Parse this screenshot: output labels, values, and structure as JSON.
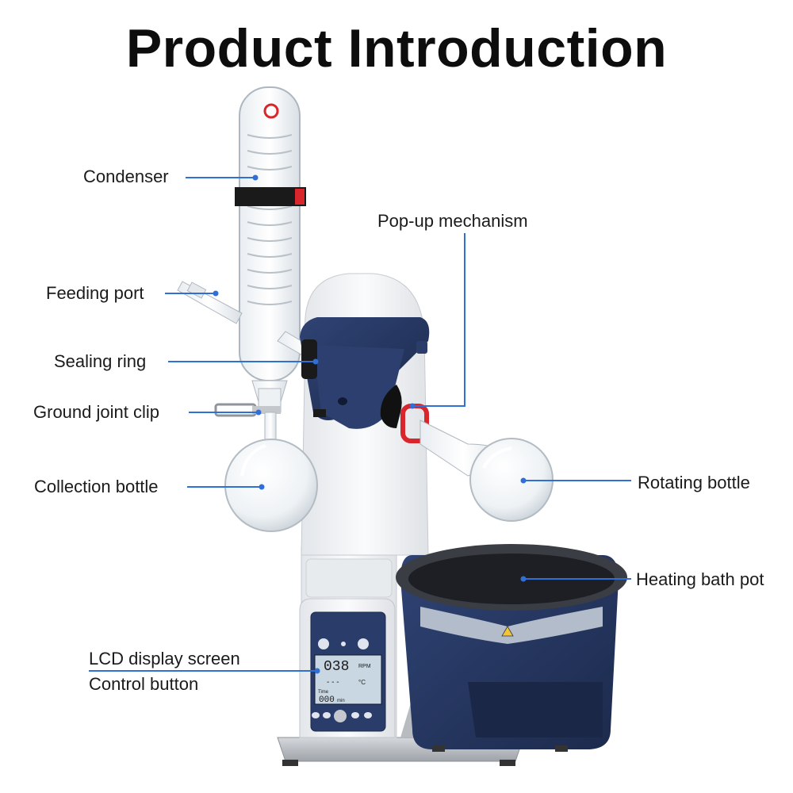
{
  "title": "Product Introduction",
  "labels": {
    "condenser": "Condenser",
    "pop_up_mechanism": "Pop-up mechanism",
    "feeding_port": "Feeding port",
    "sealing_ring": "Sealing ring",
    "ground_joint_clip": "Ground joint clip",
    "collection_bottle": "Collection bottle",
    "rotating_bottle": "Rotating bottle",
    "heating_bath_pot": "Heating bath pot",
    "lcd_display_screen": "LCD display screen",
    "control_button": "Control button"
  },
  "lcd": {
    "rpm_value": "038",
    "rpm_unit": "RPM",
    "temp_value": "- - -",
    "temp_unit": "°C",
    "time_label": "Time",
    "time_value": "000",
    "time_unit": "min"
  },
  "colors": {
    "leader_line": "#2f6fd6",
    "machine_navy": "#25365f",
    "machine_white": "#f2f3f5",
    "accent_red": "#d8262c"
  }
}
